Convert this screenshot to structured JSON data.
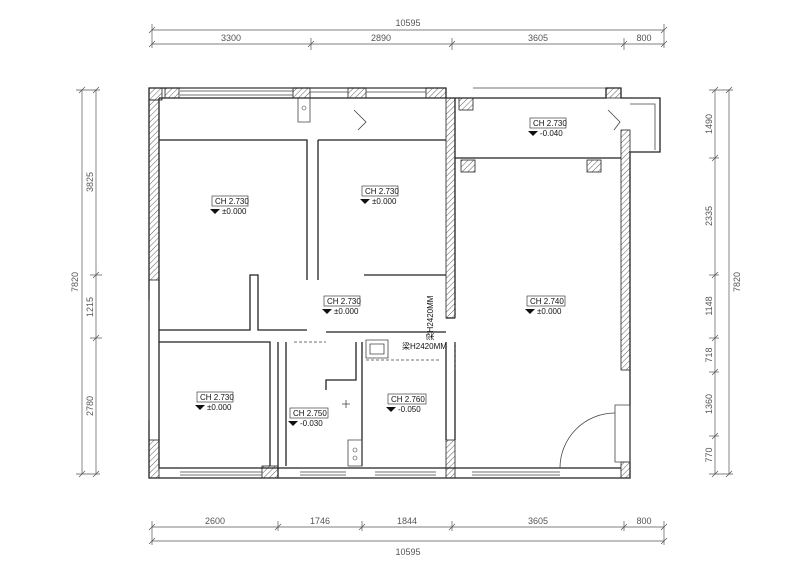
{
  "dimensions": {
    "top_total": "10595",
    "top_segments": [
      "3300",
      "2890",
      "3605",
      "800"
    ],
    "bottom_total": "10595",
    "bottom_segments": [
      "2600",
      "1746",
      "1844",
      "3605",
      "800"
    ],
    "left_total": "7820",
    "left_segments": [
      "3825",
      "1215",
      "2780"
    ],
    "right_total": "7820",
    "right_segments": [
      "1490",
      "2335",
      "1148",
      "718",
      "1360",
      "770"
    ]
  },
  "ceiling_tags": [
    {
      "ch": "CH  2.730",
      "level": "-0.040"
    },
    {
      "ch": "CH  2.730",
      "level": "±0.000"
    },
    {
      "ch": "CH  2.730",
      "level": "±0.000"
    },
    {
      "ch": "CH  2.730",
      "level": "±0.000"
    },
    {
      "ch": "CH  2.740",
      "level": "±0.000"
    },
    {
      "ch": "CH  2.730",
      "level": "±0.000"
    },
    {
      "ch": "CH  2.750",
      "level": "-0.030"
    },
    {
      "ch": "CH  2.760",
      "level": "-0.050"
    }
  ],
  "beam_labels": [
    "梁H2420MM",
    "梁H2420MM"
  ],
  "colors": {
    "line": "#222222",
    "dim": "#555555",
    "background": "#ffffff"
  }
}
